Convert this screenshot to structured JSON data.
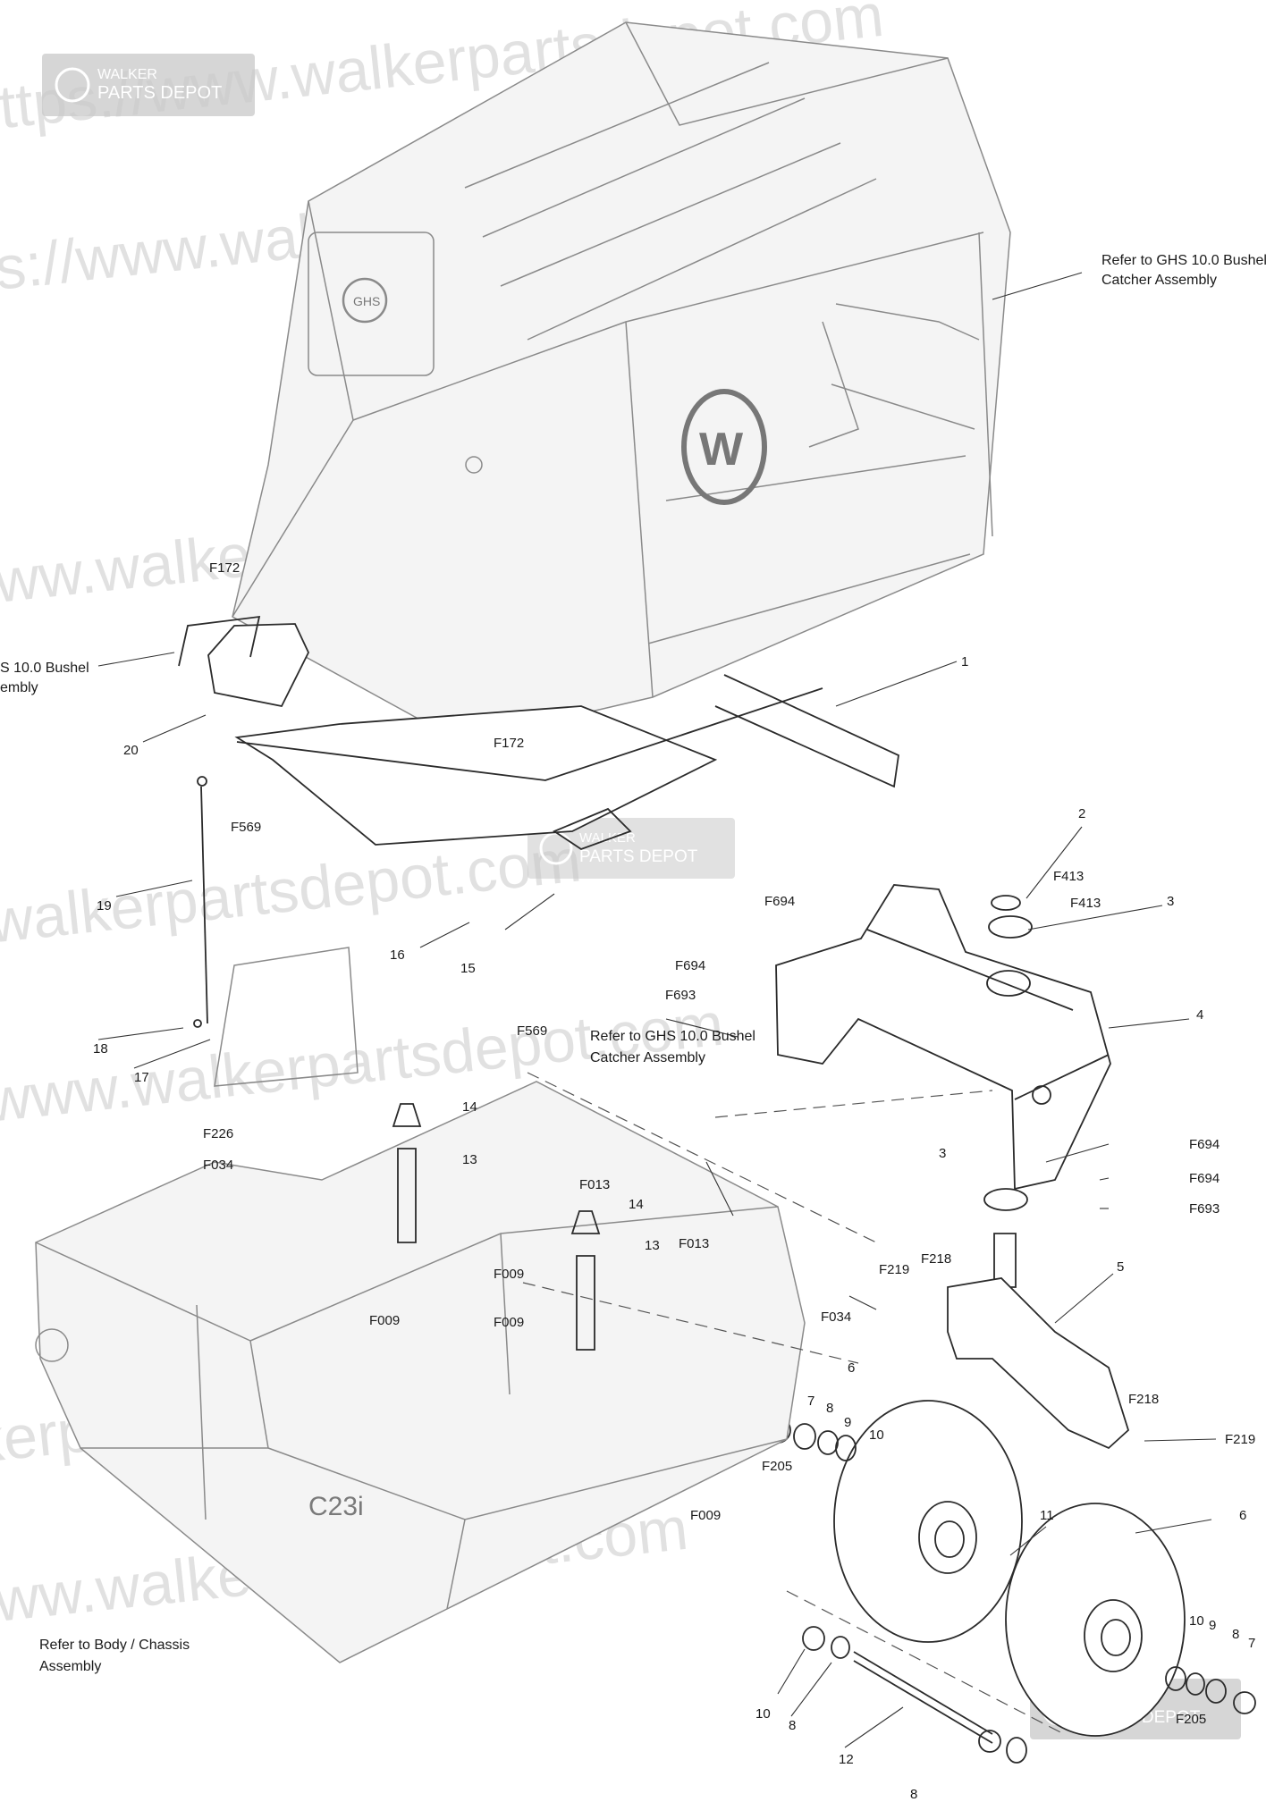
{
  "watermark": {
    "url_text": "https://www.walkerpartsdepot.com",
    "badge_brand": "WALKER",
    "badge_sub": "PARTS DEPOT"
  },
  "logos": {
    "ghs": "GHS",
    "walker": "W"
  },
  "chassis_decal": "C23i",
  "callouts": {
    "ref_ghs_top": [
      "Refer to GHS 10.0 Bushel",
      "Catcher Assembly"
    ],
    "ref_ghs_left": [
      "S 10.0 Bushel",
      "embly"
    ],
    "ref_ghs_mid": [
      "Refer to GHS 10.0 Bushel",
      "Catcher Assembly"
    ],
    "ref_body": [
      "Refer to Body / Chassis",
      "Assembly"
    ]
  },
  "labels": {
    "f172_a": "F172",
    "f172_b": "F172",
    "n1": "1",
    "n2": "2",
    "n3_a": "3",
    "n3_b": "3",
    "n4": "4",
    "n5": "5",
    "n6_a": "6",
    "n6_b": "6",
    "n7_a": "7",
    "n7_b": "7",
    "n8_a": "8",
    "n8_b": "8",
    "n8_c": "8",
    "n8_d": "8",
    "n9_a": "9",
    "n9_b": "9",
    "n10_a": "10",
    "n10_b": "10",
    "n10_c": "10",
    "n11": "11",
    "n12": "12",
    "n13_a": "13",
    "n13_b": "13",
    "n14_a": "14",
    "n14_b": "14",
    "n15": "15",
    "n16": "16",
    "n17": "17",
    "n18": "18",
    "n19": "19",
    "n20": "20",
    "f569_a": "F569",
    "f569_b": "F569",
    "f413_a": "F413",
    "f413_b": "F413",
    "f694_a": "F694",
    "f694_b": "F694",
    "f694_c": "F694",
    "f694_d": "F694",
    "f693_a": "F693",
    "f693_b": "F693",
    "f226": "F226",
    "f034_a": "F034",
    "f034_b": "F034",
    "f013_a": "F013",
    "f013_b": "F013",
    "f009_a": "F009",
    "f009_b": "F009",
    "f009_c": "F009",
    "f009_d": "F009",
    "f219_a": "F219",
    "f219_b": "F219",
    "f218_a": "F218",
    "f218_b": "F218",
    "f205_a": "F205",
    "f205_b": "F205"
  },
  "colors": {
    "line": "#8a8a8a",
    "ink": "#1a1a1a",
    "watermark": "#c9c9c9",
    "badge": "#c8c8c8"
  }
}
